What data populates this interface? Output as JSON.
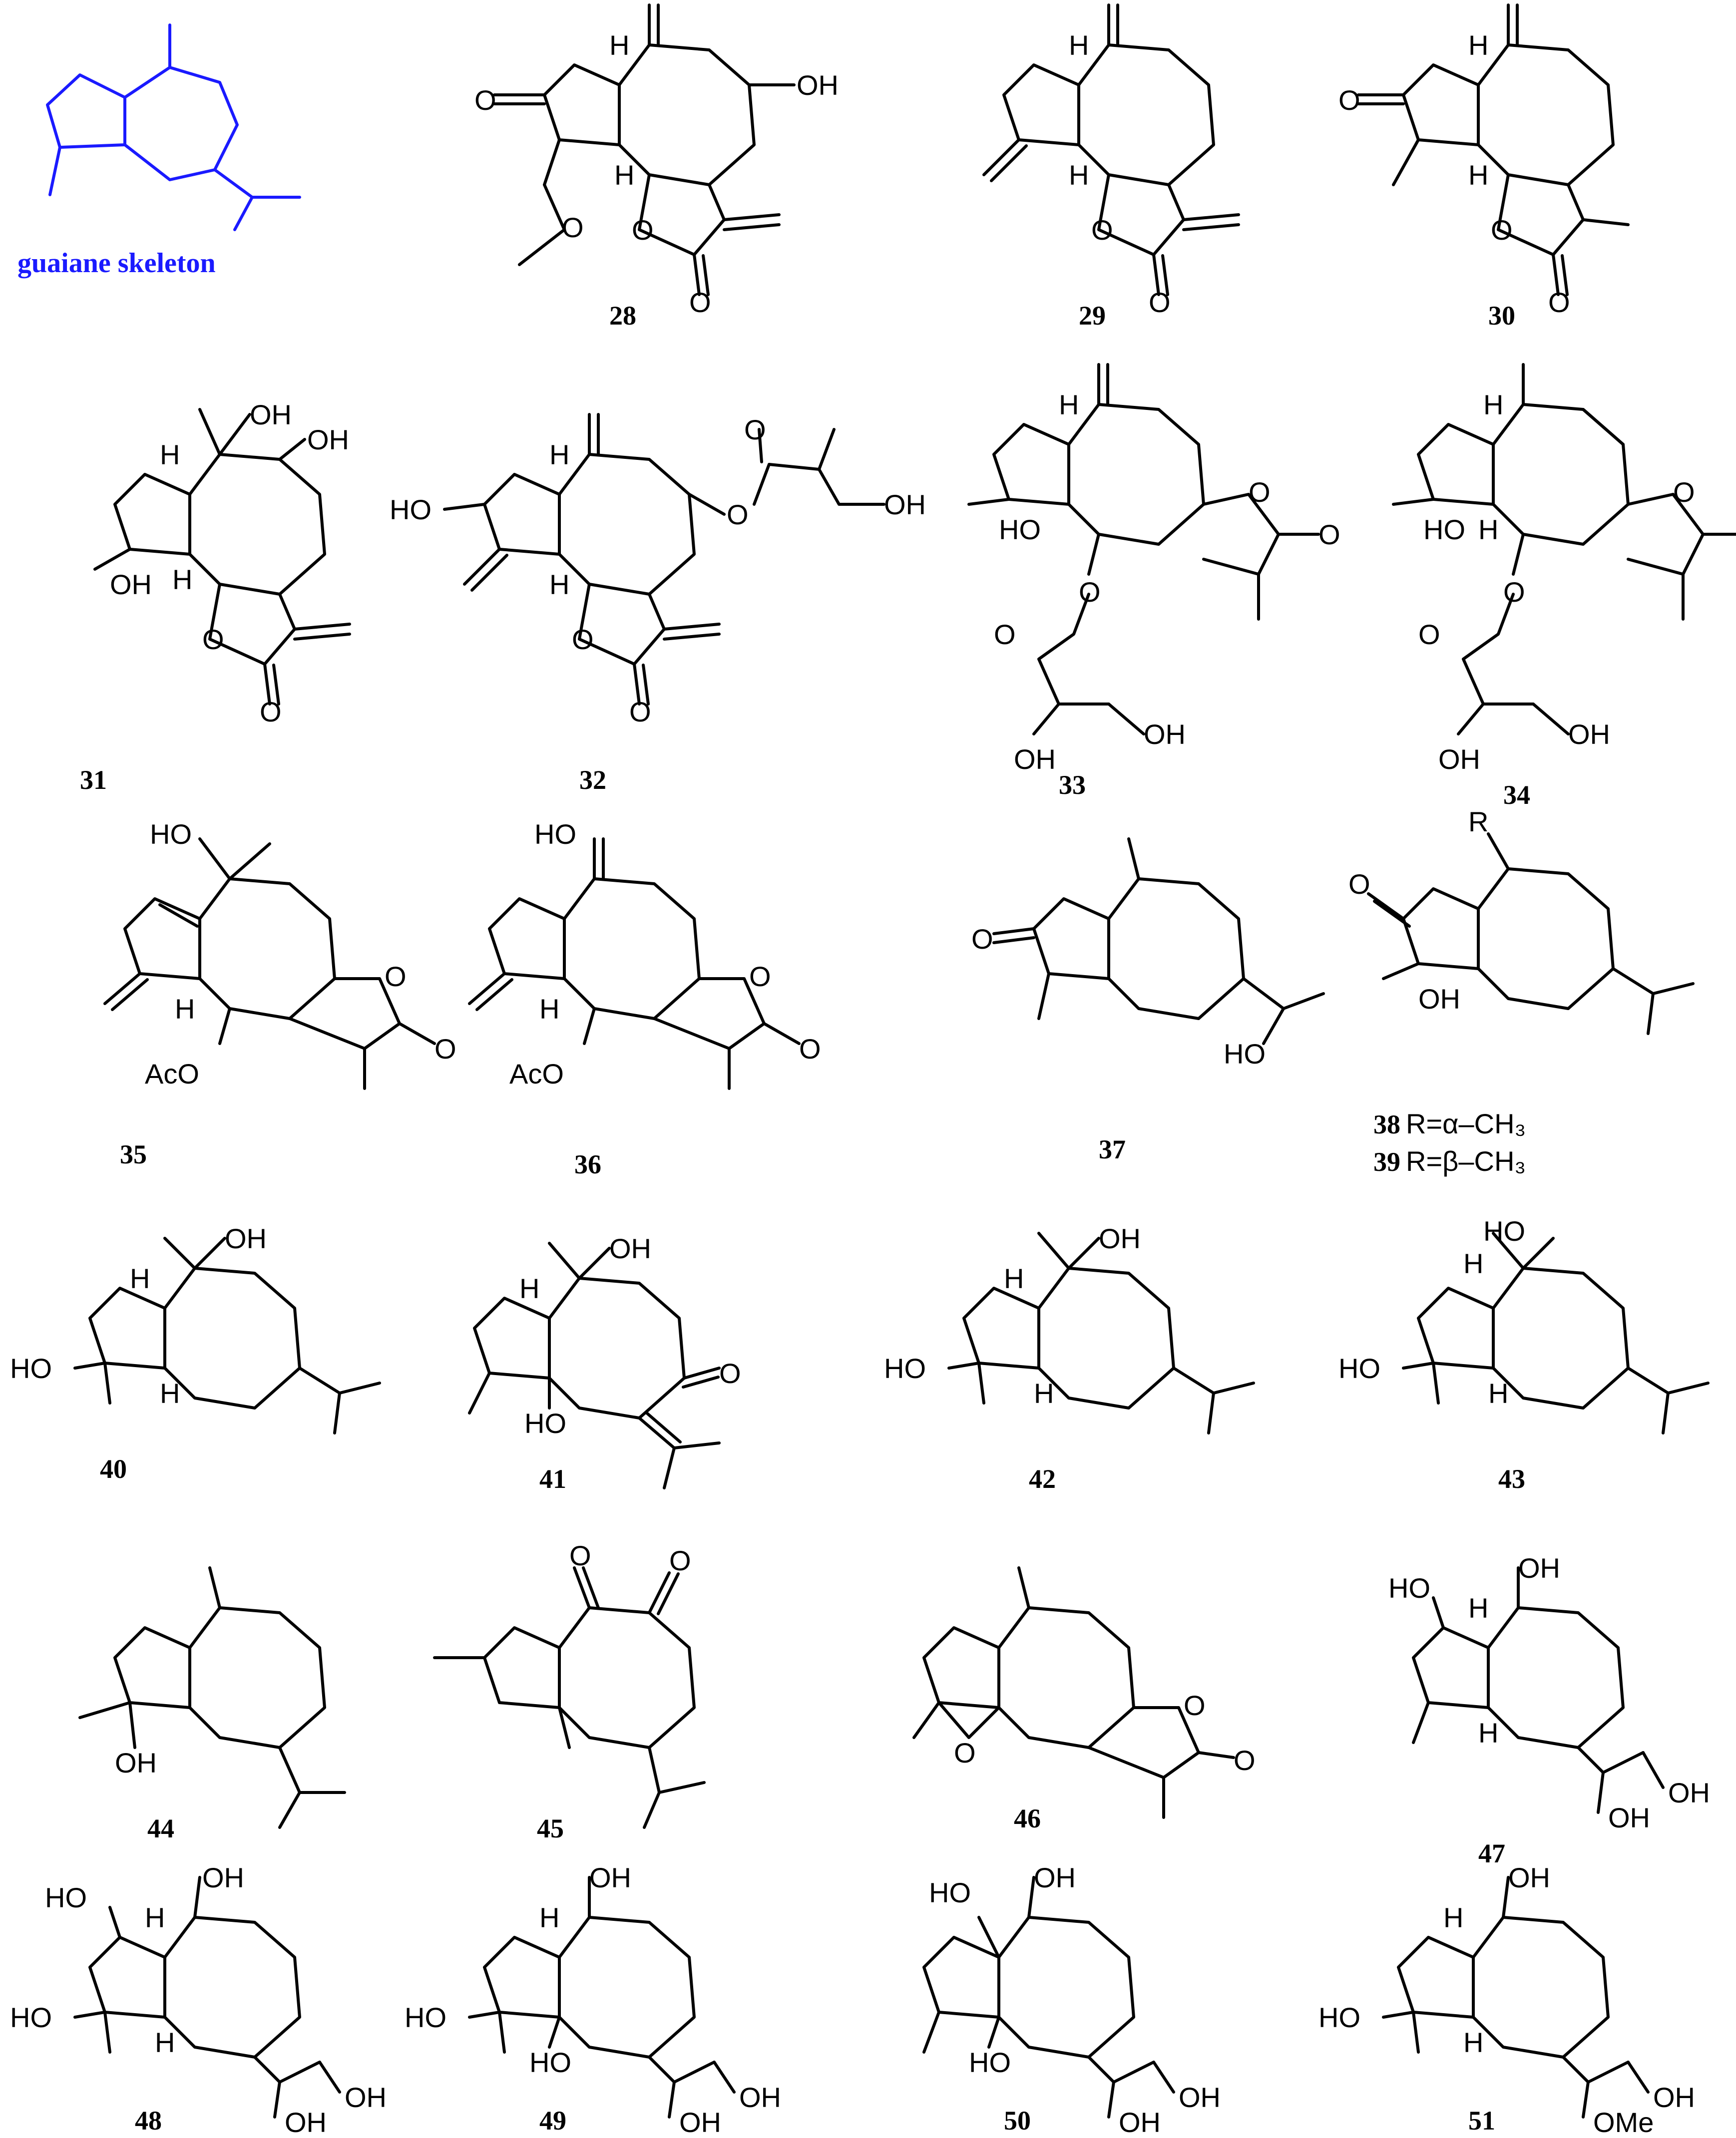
{
  "skeleton_label": "guaiane skeleton",
  "compounds": [
    {
      "id": "28"
    },
    {
      "id": "29"
    },
    {
      "id": "30"
    },
    {
      "id": "31"
    },
    {
      "id": "32"
    },
    {
      "id": "33"
    },
    {
      "id": "34"
    },
    {
      "id": "35"
    },
    {
      "id": "36"
    },
    {
      "id": "37"
    },
    {
      "id": "38",
      "caption": "R=α–CH₃"
    },
    {
      "id": "39",
      "caption": "R=β–CH₃"
    },
    {
      "id": "40"
    },
    {
      "id": "41"
    },
    {
      "id": "42"
    },
    {
      "id": "43"
    },
    {
      "id": "44"
    },
    {
      "id": "45"
    },
    {
      "id": "46"
    },
    {
      "id": "47"
    },
    {
      "id": "48"
    },
    {
      "id": "49"
    },
    {
      "id": "50"
    },
    {
      "id": "51"
    }
  ],
  "atom_labels": {
    "oh": "OH",
    "ho": "HO",
    "o": "O",
    "h": "H",
    "aco": "AcO",
    "ome": "OMe",
    "r": "R"
  },
  "colors": {
    "skeleton": "#1a1aff",
    "structure": "#000000"
  }
}
